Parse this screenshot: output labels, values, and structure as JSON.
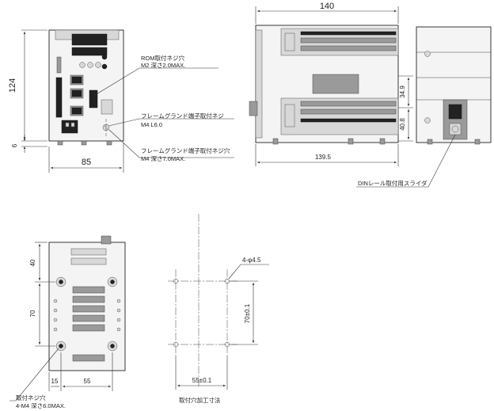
{
  "front_view": {
    "height_dim": "124",
    "small_dim": "6",
    "width_dim": "85"
  },
  "side_view": {
    "width_dim": "140",
    "depth_dim": "139.5",
    "upper_dim": "34.9",
    "lower_dim": "40.8"
  },
  "callouts": {
    "rom_screw": {
      "line1": "ROM取付ネジ穴",
      "line2": "M2 深さ2.0MAX."
    },
    "frame_ground_screw": {
      "line1": "フレームグランド端子取付ネジ",
      "line2": "M4 L6.0"
    },
    "frame_ground_hole": {
      "line1": "フレームグランド端子取付ネジ穴",
      "line2": "M4 深さ7.0MAX."
    },
    "din_slider": {
      "text": "DINレール取付用スライダ"
    }
  },
  "bottom_view": {
    "top_dim": "40",
    "mid_dim": "70",
    "left_dim": "15",
    "width_dim": "55",
    "mount_hole": {
      "line1": "取付ネジ穴",
      "line2": "4-M4 深さ6.0MAX."
    }
  },
  "hole_pattern": {
    "hole_label": "4-φ4.5",
    "vertical_dim": "70±0.1",
    "horizontal_dim": "55±0.1",
    "title": "取付穴加工寸法"
  }
}
